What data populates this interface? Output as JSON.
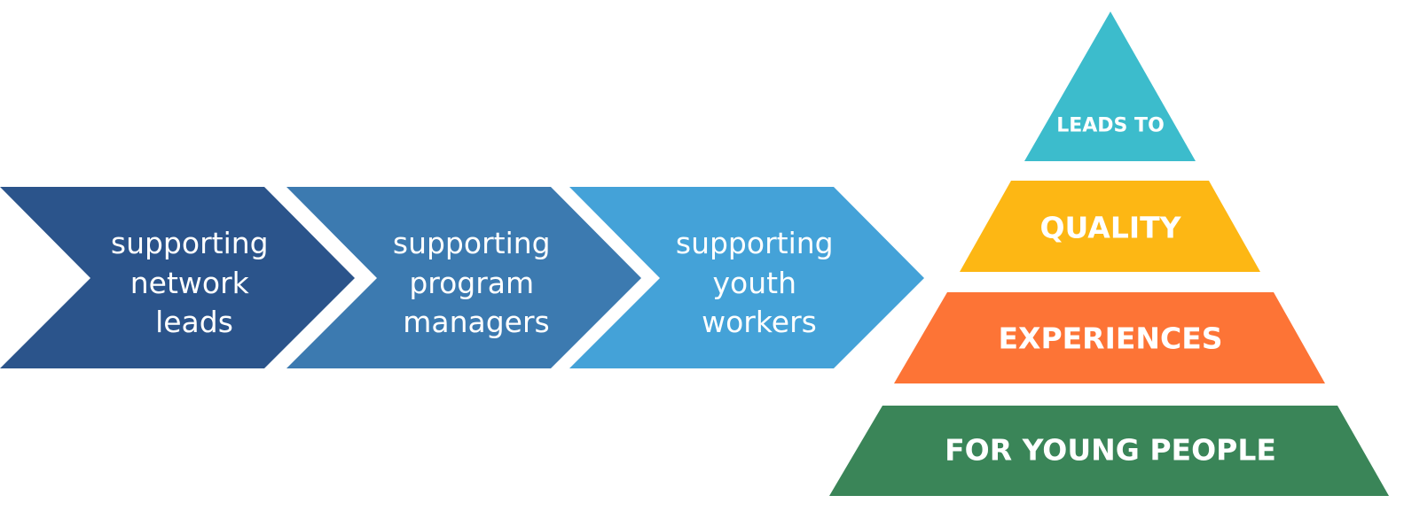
{
  "chevrons": [
    {
      "lines": [
        "supporting",
        "network",
        "leads"
      ],
      "color": "#2b548b"
    },
    {
      "lines": [
        "supporting",
        "program",
        "managers"
      ],
      "color": "#3c7ab0"
    },
    {
      "lines": [
        "supporting",
        "youth",
        "workers"
      ],
      "color": "#44a2d8"
    }
  ],
  "pyramid": [
    {
      "label": "LEADS TO",
      "color": "#3cbccc"
    },
    {
      "label": "QUALITY",
      "color": "#fdb714"
    },
    {
      "label": "EXPERIENCES",
      "color": "#fd7436"
    },
    {
      "label": "FOR YOUNG PEOPLE",
      "color": "#3a8558"
    }
  ]
}
